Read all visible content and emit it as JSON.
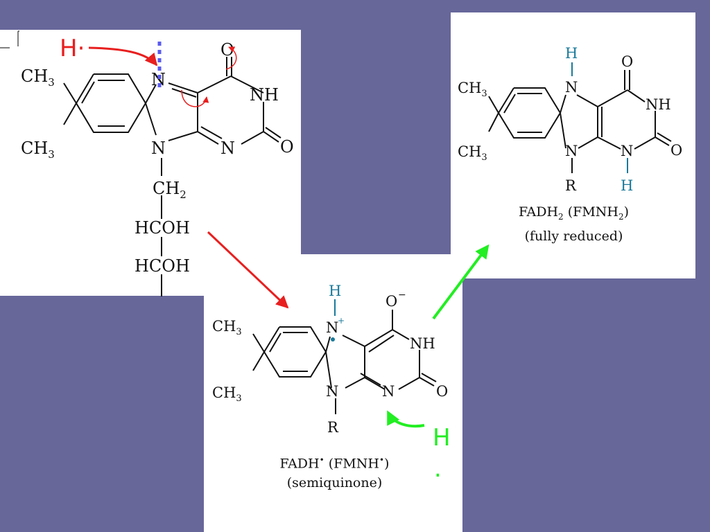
{
  "colors": {
    "background": "#67679a",
    "panel": "#ffffff",
    "bond": "#111111",
    "radical_h": "#1a7a9a",
    "electron_arrow": "#e81f1f",
    "h_transfer": "#22ee22",
    "cleavage": "#5a5af0"
  },
  "flavin_oxidized": {
    "methyl_top": "CH3",
    "methyl_bottom": "CH3",
    "n_top": "N",
    "n_bottom": "N",
    "n_right": "N",
    "carbonyl_top": "O",
    "carbonyl_right": "O",
    "nh": "NH",
    "chain": [
      "CH2",
      "HCOH",
      "HCOH"
    ]
  },
  "radical_h_label": "H·",
  "semiquinone": {
    "methyl_top": "CH3",
    "methyl_bottom": "CH3",
    "h_top": "H",
    "n_top": "N",
    "n_top_charge": "+",
    "n_bottom": "N",
    "n_right": "N",
    "r": "R",
    "o_top": "O",
    "o_top_charge": "−",
    "o_right": "O",
    "nh": "NH",
    "caption_line1_a": "FADH",
    "caption_line1_b": "(FMNH",
    "caption_line1_c": ")",
    "caption_line2": "(semiquinone)"
  },
  "h_green_label": "H",
  "h_green_dot": ".",
  "reduced": {
    "methyl_top": "CH3",
    "methyl_bottom": "CH3",
    "h_top": "H",
    "h_bottom": "H",
    "n_top": "N",
    "n_bottom": "N",
    "n_right": "N",
    "r": "R",
    "o_top": "O",
    "o_right": "O",
    "nh": "NH",
    "caption_line1_a": "FADH",
    "caption_line1_sub": "2",
    "caption_line1_b": "(FMNH",
    "caption_line1_sub2": "2",
    "caption_line1_c": ")",
    "caption_line2": "(fully reduced)"
  }
}
